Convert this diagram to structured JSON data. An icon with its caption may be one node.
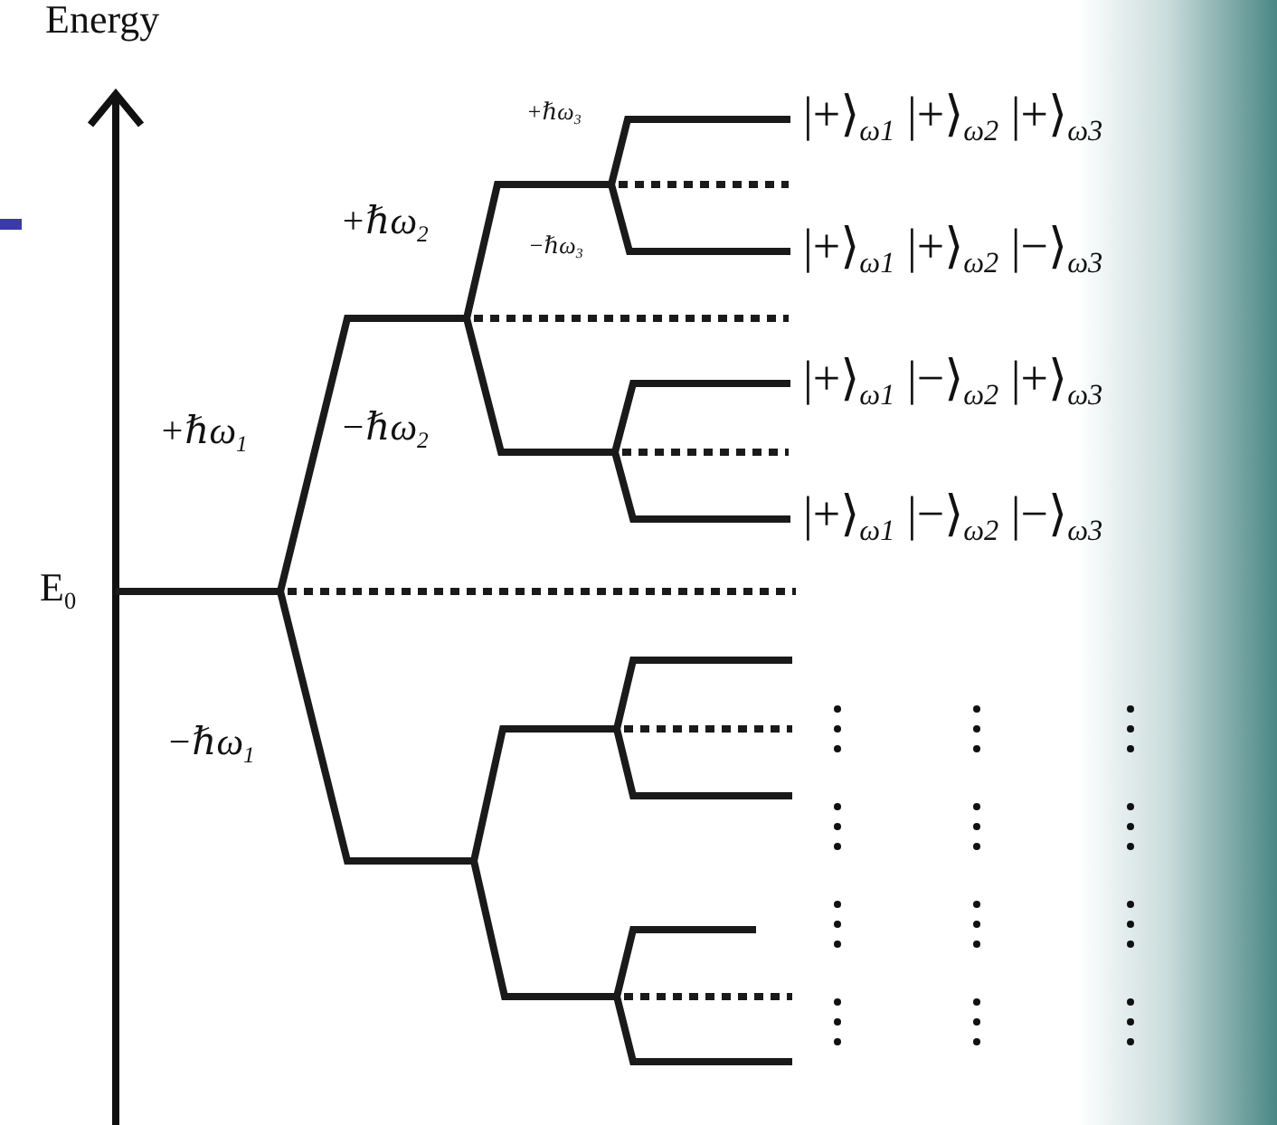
{
  "diagram": {
    "labels": [
      "Energy",
      "E$_{0}$",
      "+ℏω$_{3}$",
      "+ℏω$_{2}$",
      "−ℏω$_{3}$",
      "+ℏω$_{1}$",
      "−ℏω$_{2}$",
      "−ℏω$_{1}$",
      "|+⟩$_{ω1}$ |+⟩$_{ω2}$ |+⟩$_{ω3}$",
      "|+⟩$_{ω1}$ |+⟩$_{ω2}$ |−⟩$_{ω3}$",
      "|+⟩$_{ω1}$ |−⟩$_{ω2}$ |+⟩$_{ω3}$",
      "|+⟩$_{ω1}$ |−⟩$_{ω2}$ |−⟩$_{ω3}$"
    ]
  }
}
